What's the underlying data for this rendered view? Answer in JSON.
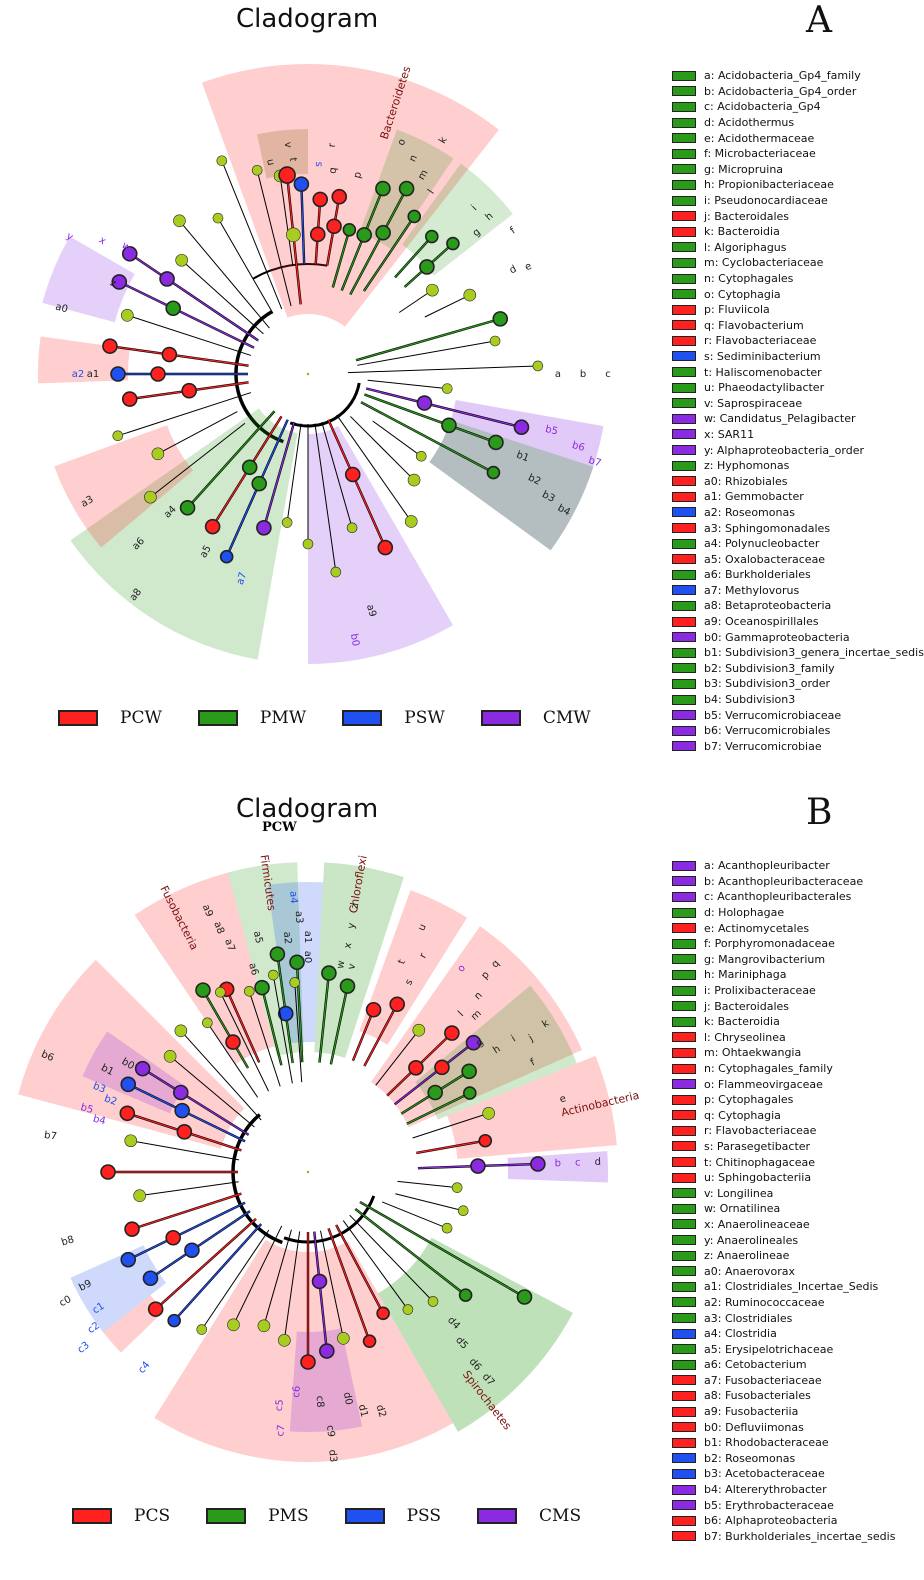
{
  "colors": {
    "PCW": "#ff2020",
    "PMW": "#2a9a1a",
    "PSW": "#2050f0",
    "CMW": "#8a2be2",
    "node_default": "#a8cc20"
  },
  "panelA": {
    "title": "Cladogram",
    "letter": "A",
    "clade_labels": [
      "Bacteroidetes"
    ],
    "node_labels": [
      "v",
      "u",
      "t",
      "s",
      "r",
      "q",
      "p",
      "o",
      "n",
      "m",
      "l",
      "k",
      "j",
      "i",
      "h",
      "g",
      "f",
      "e",
      "d",
      "c",
      "b",
      "a",
      "b7",
      "b6",
      "b5",
      "b4",
      "b3",
      "b2",
      "b1",
      "b0",
      "a9",
      "a8",
      "a7",
      "a6",
      "a5",
      "a4",
      "a3",
      "a2",
      "a1",
      "a0",
      "z",
      "y",
      "x",
      "w"
    ],
    "groups": [
      {
        "label": "PCW",
        "color": "#ff2020"
      },
      {
        "label": "PMW",
        "color": "#2a9a1a"
      },
      {
        "label": "PSW",
        "color": "#2050f0"
      },
      {
        "label": "CMW",
        "color": "#8a2be2"
      }
    ],
    "legend": [
      {
        "text": "a: Acidobacteria_Gp4_family",
        "color": "#2a9a1a"
      },
      {
        "text": "b: Acidobacteria_Gp4_order",
        "color": "#2a9a1a"
      },
      {
        "text": "c: Acidobacteria_Gp4",
        "color": "#2a9a1a"
      },
      {
        "text": "d: Acidothermus",
        "color": "#2a9a1a"
      },
      {
        "text": "e: Acidothermaceae",
        "color": "#2a9a1a"
      },
      {
        "text": "f: Microbacteriaceae",
        "color": "#2a9a1a"
      },
      {
        "text": "g: Micropruina",
        "color": "#2a9a1a"
      },
      {
        "text": "h: Propionibacteriaceae",
        "color": "#2a9a1a"
      },
      {
        "text": "i: Pseudonocardiaceae",
        "color": "#2a9a1a"
      },
      {
        "text": "j: Bacteroidales",
        "color": "#ff2020"
      },
      {
        "text": "k: Bacteroidia",
        "color": "#ff2020"
      },
      {
        "text": "l: Algoriphagus",
        "color": "#2a9a1a"
      },
      {
        "text": "m: Cyclobacteriaceae",
        "color": "#2a9a1a"
      },
      {
        "text": "n: Cytophagales",
        "color": "#2a9a1a"
      },
      {
        "text": "o: Cytophagia",
        "color": "#2a9a1a"
      },
      {
        "text": "p: Fluviicola",
        "color": "#ff2020"
      },
      {
        "text": "q: Flavobacterium",
        "color": "#ff2020"
      },
      {
        "text": "r: Flavobacteriaceae",
        "color": "#ff2020"
      },
      {
        "text": "s: Sediminibacterium",
        "color": "#2050f0"
      },
      {
        "text": "t: Haliscomenobacter",
        "color": "#2a9a1a"
      },
      {
        "text": "u: Phaeodactylibacter",
        "color": "#2a9a1a"
      },
      {
        "text": "v: Saprospiraceae",
        "color": "#2a9a1a"
      },
      {
        "text": "w: Candidatus_Pelagibacter",
        "color": "#8a2be2"
      },
      {
        "text": "x: SAR11",
        "color": "#8a2be2"
      },
      {
        "text": "y: Alphaproteobacteria_order",
        "color": "#8a2be2"
      },
      {
        "text": "z: Hyphomonas",
        "color": "#2a9a1a"
      },
      {
        "text": "a0: Rhizobiales",
        "color": "#ff2020"
      },
      {
        "text": "a1: Gemmobacter",
        "color": "#ff2020"
      },
      {
        "text": "a2: Roseomonas",
        "color": "#2050f0"
      },
      {
        "text": "a3: Sphingomonadales",
        "color": "#ff2020"
      },
      {
        "text": "a4: Polynucleobacter",
        "color": "#2a9a1a"
      },
      {
        "text": "a5: Oxalobacteraceae",
        "color": "#ff2020"
      },
      {
        "text": "a6: Burkholderiales",
        "color": "#2a9a1a"
      },
      {
        "text": "a7: Methylovorus",
        "color": "#2050f0"
      },
      {
        "text": "a8: Betaproteobacteria",
        "color": "#2a9a1a"
      },
      {
        "text": "a9: Oceanospirillales",
        "color": "#ff2020"
      },
      {
        "text": "b0: Gammaproteobacteria",
        "color": "#8a2be2"
      },
      {
        "text": "b1: Subdivision3_genera_incertae_sedis",
        "color": "#2a9a1a"
      },
      {
        "text": "b2: Subdivision3_family",
        "color": "#2a9a1a"
      },
      {
        "text": "b3: Subdivision3_order",
        "color": "#2a9a1a"
      },
      {
        "text": "b4: Subdivision3",
        "color": "#2a9a1a"
      },
      {
        "text": "b5: Verrucomicrobiaceae",
        "color": "#8a2be2"
      },
      {
        "text": "b6: Verrucomicrobiales",
        "color": "#8a2be2"
      },
      {
        "text": "b7: Verrucomicrobiae",
        "color": "#8a2be2"
      }
    ]
  },
  "panelB": {
    "title": "Cladogram",
    "subtitle": "PCW",
    "letter": "B",
    "clade_labels": [
      "Fusobacteria",
      "Firmicutes",
      "Chloroflexi",
      "Actinobacteria",
      "Spirochaetes"
    ],
    "node_labels": [
      "a4",
      "a3",
      "a2",
      "a1",
      "a0",
      "a5",
      "a6",
      "a7",
      "a8",
      "a9",
      "z",
      "y",
      "x",
      "w",
      "v",
      "u",
      "t",
      "r",
      "s",
      "q",
      "p",
      "o",
      "n",
      "m",
      "l",
      "k",
      "j",
      "i",
      "h",
      "g",
      "f",
      "e",
      "d",
      "c",
      "b",
      "a",
      "b6",
      "b1",
      "b0",
      "b3",
      "b2",
      "b5",
      "b4",
      "b7",
      "b8",
      "b9",
      "c0",
      "c1",
      "c2",
      "c3",
      "c4",
      "c5",
      "c6",
      "c7",
      "c8",
      "c9",
      "d0",
      "d1",
      "d2",
      "d3",
      "d4",
      "d5",
      "d6",
      "d7"
    ],
    "groups": [
      {
        "label": "PCS",
        "color": "#ff2020"
      },
      {
        "label": "PMS",
        "color": "#2a9a1a"
      },
      {
        "label": "PSS",
        "color": "#2050f0"
      },
      {
        "label": "CMS",
        "color": "#8a2be2"
      }
    ],
    "legend": [
      {
        "text": "a: Acanthopleuribacter",
        "color": "#8a2be2"
      },
      {
        "text": "b: Acanthopleuribacteraceae",
        "color": "#8a2be2"
      },
      {
        "text": "c: Acanthopleuribacterales",
        "color": "#8a2be2"
      },
      {
        "text": "d: Holophagae",
        "color": "#2a9a1a"
      },
      {
        "text": "e: Actinomycetales",
        "color": "#ff2020"
      },
      {
        "text": "f: Porphyromonadaceae",
        "color": "#2a9a1a"
      },
      {
        "text": "g: Mangrovibacterium",
        "color": "#2a9a1a"
      },
      {
        "text": "h: Mariniphaga",
        "color": "#2a9a1a"
      },
      {
        "text": "i: Prolixibacteraceae",
        "color": "#2a9a1a"
      },
      {
        "text": "j: Bacteroidales",
        "color": "#2a9a1a"
      },
      {
        "text": "k: Bacteroidia",
        "color": "#2a9a1a"
      },
      {
        "text": "l: Chryseolinea",
        "color": "#ff2020"
      },
      {
        "text": "m: Ohtaekwangia",
        "color": "#ff2020"
      },
      {
        "text": "n: Cytophagales_family",
        "color": "#ff2020"
      },
      {
        "text": "o: Flammeovirgaceae",
        "color": "#8a2be2"
      },
      {
        "text": "p: Cytophagales",
        "color": "#ff2020"
      },
      {
        "text": "q: Cytophagia",
        "color": "#ff2020"
      },
      {
        "text": "r: Flavobacteriaceae",
        "color": "#ff2020"
      },
      {
        "text": "s: Parasegetibacter",
        "color": "#ff2020"
      },
      {
        "text": "t: Chitinophagaceae",
        "color": "#ff2020"
      },
      {
        "text": "u: Sphingobacteriia",
        "color": "#ff2020"
      },
      {
        "text": "v: Longilinea",
        "color": "#2a9a1a"
      },
      {
        "text": "w: Ornatilinea",
        "color": "#2a9a1a"
      },
      {
        "text": "x: Anaerolineaceae",
        "color": "#2a9a1a"
      },
      {
        "text": "y: Anaerolineales",
        "color": "#2a9a1a"
      },
      {
        "text": "z: Anaerolineae",
        "color": "#2a9a1a"
      },
      {
        "text": "a0: Anaerovorax",
        "color": "#2a9a1a"
      },
      {
        "text": "a1: Clostridiales_Incertae_Sedis",
        "color": "#2a9a1a"
      },
      {
        "text": "a2: Ruminococcaceae",
        "color": "#2a9a1a"
      },
      {
        "text": "a3: Clostridiales",
        "color": "#2a9a1a"
      },
      {
        "text": "a4: Clostridia",
        "color": "#2050f0"
      },
      {
        "text": "a5: Erysipelotrichaceae",
        "color": "#2a9a1a"
      },
      {
        "text": "a6: Cetobacterium",
        "color": "#2a9a1a"
      },
      {
        "text": "a7: Fusobacteriaceae",
        "color": "#ff2020"
      },
      {
        "text": "a8: Fusobacteriales",
        "color": "#ff2020"
      },
      {
        "text": "a9: Fusobacteriia",
        "color": "#ff2020"
      },
      {
        "text": "b0: Defluviimonas",
        "color": "#ff2020"
      },
      {
        "text": "b1: Rhodobacteraceae",
        "color": "#ff2020"
      },
      {
        "text": "b2: Roseomonas",
        "color": "#2050f0"
      },
      {
        "text": "b3: Acetobacteraceae",
        "color": "#2050f0"
      },
      {
        "text": "b4: Altererythrobacter",
        "color": "#8a2be2"
      },
      {
        "text": "b5: Erythrobacteraceae",
        "color": "#8a2be2"
      },
      {
        "text": "b6: Alphaproteobacteria",
        "color": "#ff2020"
      },
      {
        "text": "b7: Burkholderiales_incertae_sedis",
        "color": "#ff2020"
      }
    ]
  }
}
